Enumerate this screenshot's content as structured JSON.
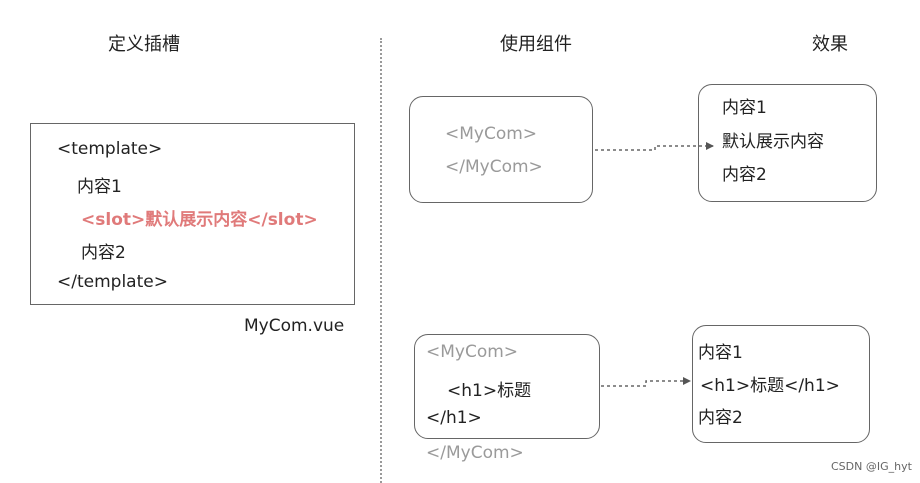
{
  "headings": {
    "define_slot": "定义插槽",
    "use_component": "使用组件",
    "effect": "效果"
  },
  "definition": {
    "lines": [
      "<template>",
      "内容1",
      "<slot>默认展示内容</slot>",
      "内容2",
      "</template>"
    ],
    "filename": "MyCom.vue"
  },
  "usage1": {
    "lines": [
      "<MyCom>",
      "</MyCom>"
    ]
  },
  "result1": {
    "lines": [
      "内容1",
      "默认展示内容",
      "内容2"
    ]
  },
  "usage2": {
    "lines": [
      "<MyCom>",
      "<h1>标题",
      "</h1>",
      "</MyCom>"
    ]
  },
  "result2": {
    "lines": [
      "内容1",
      "<h1>标题</h1>",
      "内容2"
    ]
  },
  "watermark": "CSDN @IG_hyt",
  "colors": {
    "slot_highlight": "#e07a7a",
    "muted_text": "#9a9a9a",
    "border": "#666666"
  }
}
